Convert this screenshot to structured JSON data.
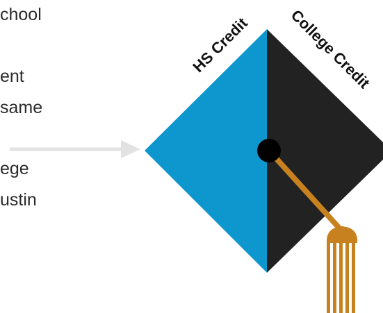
{
  "left_text": {
    "frag_1": "chool",
    "frag_2": "ent",
    "frag_3": " same",
    "frag_4": "ege",
    "frag_5": "ustin"
  },
  "cap": {
    "hs_label": "HS Credit",
    "college_label": "College Credit"
  },
  "colors": {
    "hs_side": "#0e97cf",
    "college_side": "#222222",
    "button": "#000000",
    "tassel": "#c8811f",
    "arrow": "#e2e2e2",
    "text": "#2b2b2b"
  }
}
